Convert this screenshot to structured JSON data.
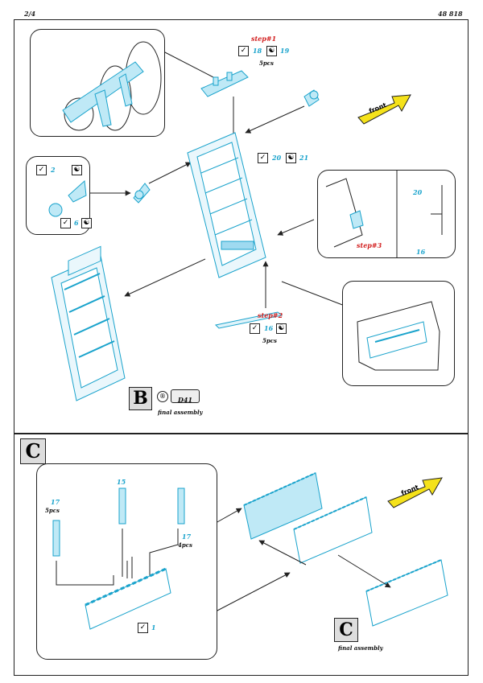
{
  "header": {
    "page": "2/4",
    "code": "48 818"
  },
  "sectionB": {
    "label": "B",
    "d_code": "D41",
    "caption": "final assembly",
    "step1": {
      "title": "step#1",
      "part_a": "18",
      "part_b": "19",
      "qty": "5pcs"
    },
    "step2": {
      "title": "step#2",
      "part": "16",
      "qty": "5pcs"
    },
    "step3": {
      "title": "step#3",
      "part_a": "20",
      "part_b": "16"
    },
    "center_parts": {
      "a": "20",
      "b": "21"
    },
    "left_callout": {
      "a": "2",
      "b": "6"
    },
    "front_label": "front"
  },
  "sectionC": {
    "label": "C",
    "caption": "final assembly",
    "callout": {
      "p15": "15",
      "p17a": "17",
      "p17a_qty": "5pcs",
      "p17b": "17",
      "p17b_qty": "4pcs",
      "base": "1"
    },
    "front_label": "front"
  },
  "colors": {
    "part_cyan": "#1aa3cc",
    "step_red": "#d21f1f",
    "arrow_yellow": "#f5e21a",
    "line": "#222222"
  }
}
